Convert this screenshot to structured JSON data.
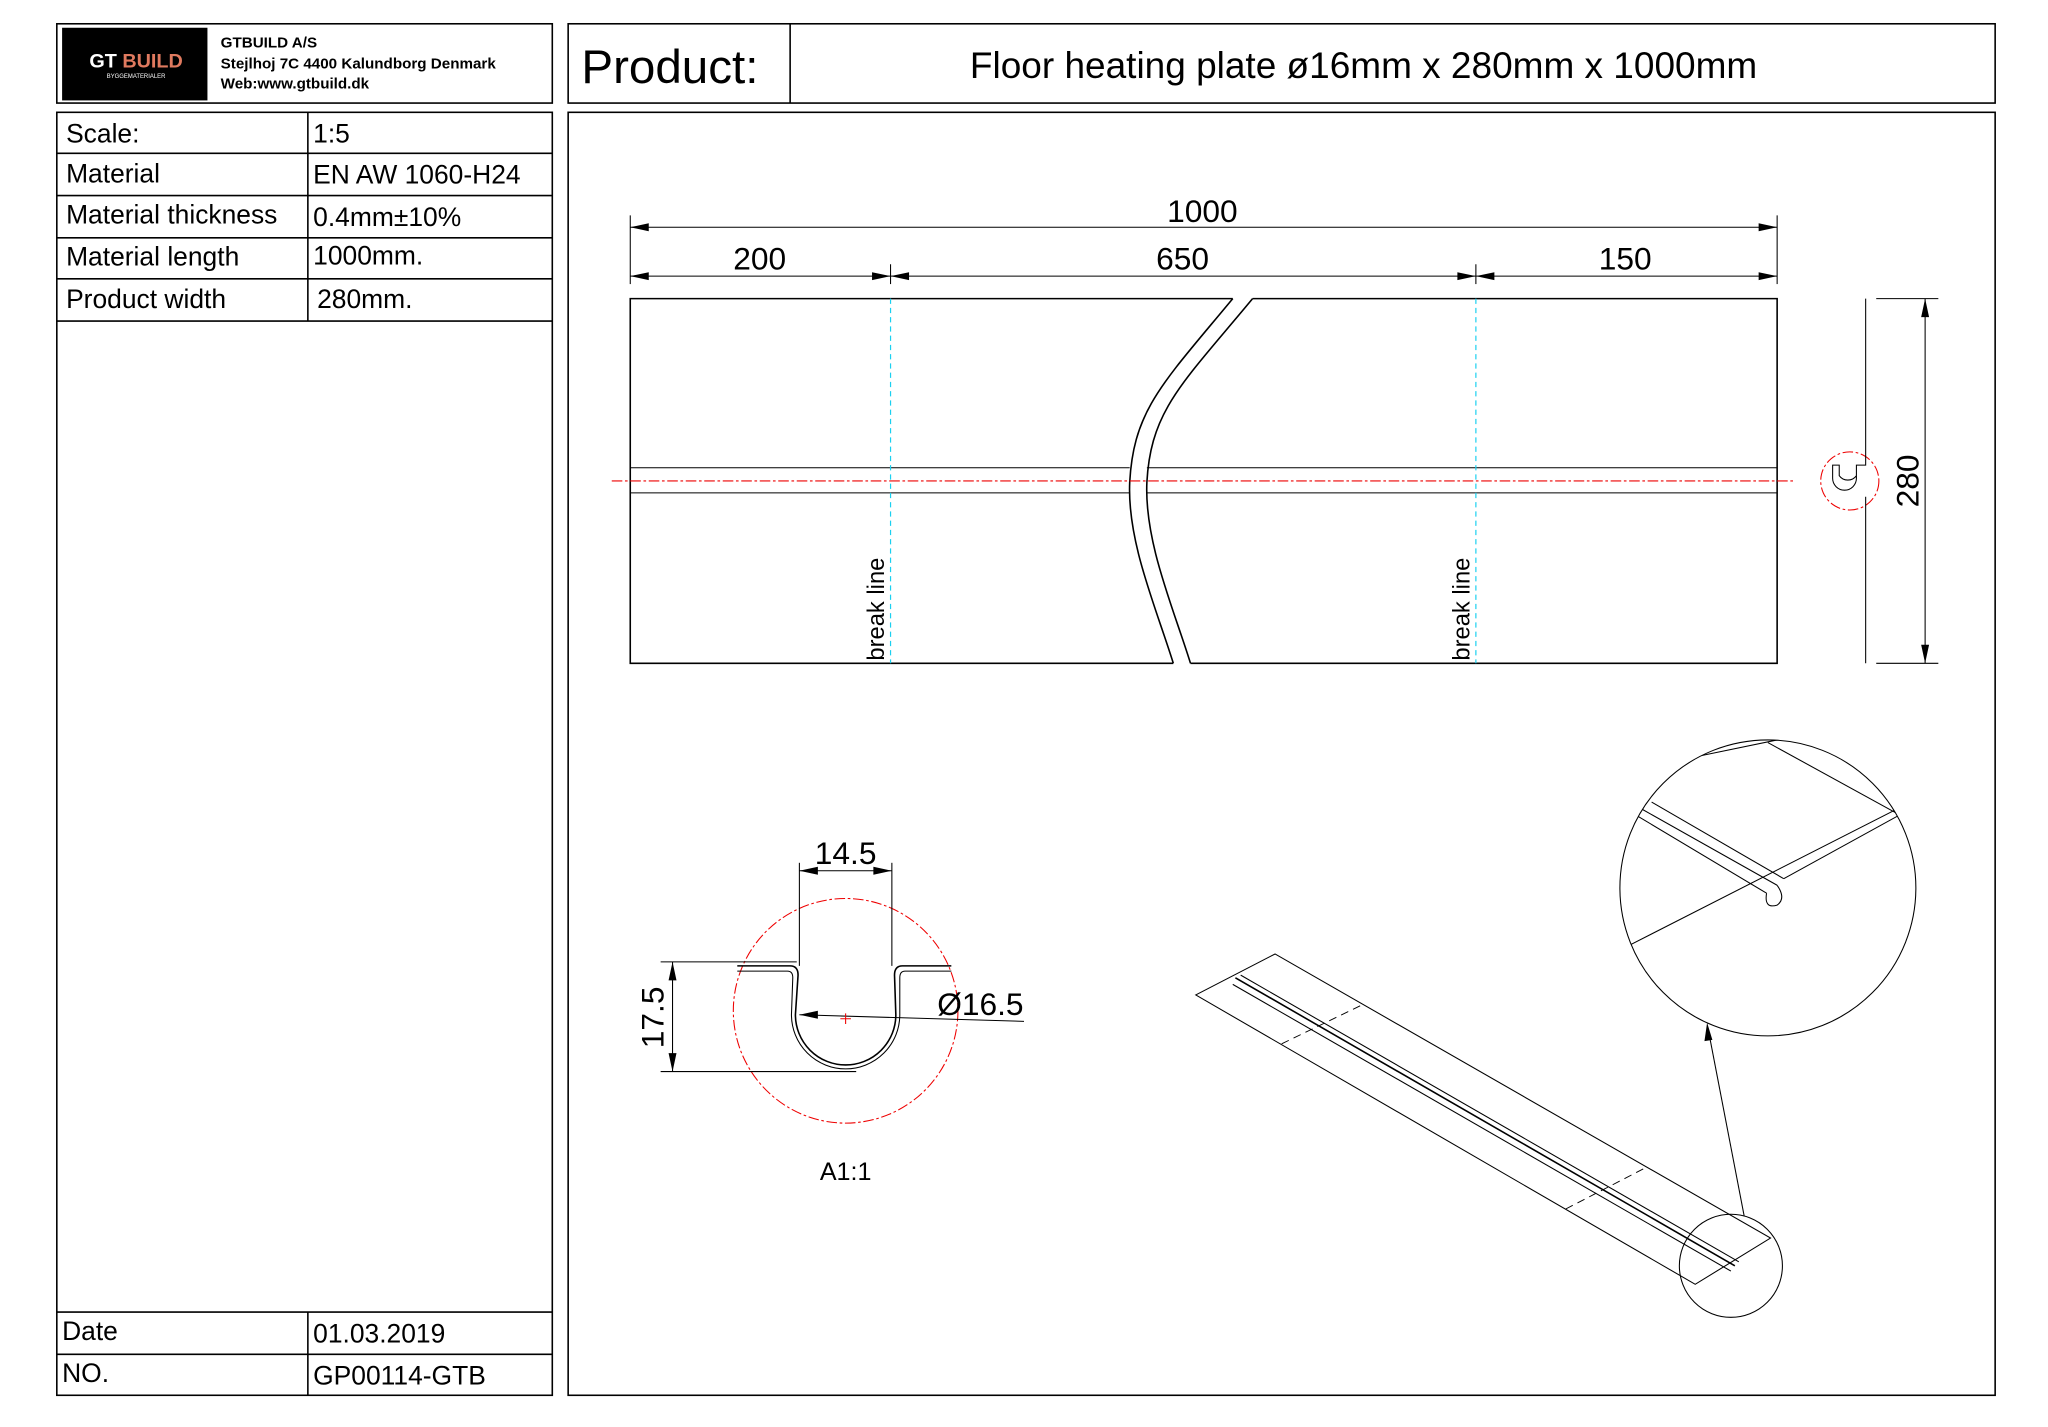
{
  "company": {
    "logo_text": "GT BUILD",
    "logo_sub": "BYGGEMATERIALER",
    "name": "GTBUILD A/S",
    "address": "Stejlhoj 7C 4400 Kalundborg Denmark",
    "web": "Web:www.gtbuild.dk",
    "brand_color": "#e07a5f"
  },
  "header": {
    "product_label": "Product:",
    "product_name": "Floor heating plate ø16mm x 280mm x 1000mm"
  },
  "specs": [
    {
      "label": "Scale:",
      "value": "1:5"
    },
    {
      "label": "Material",
      "value": "EN AW 1060-H24"
    },
    {
      "label": "Material thickness",
      "value": "0.4mm±10%"
    },
    {
      "label": "Material length",
      "value": "1000mm."
    },
    {
      "label": "Product width",
      "value": "280mm."
    }
  ],
  "footer": [
    {
      "label": "Date",
      "value": "01.03.2019"
    },
    {
      "label": "NO.",
      "value": "GP00114-GTB"
    }
  ],
  "drawing": {
    "dim_total": "1000",
    "dim_a": "200",
    "dim_b": "650",
    "dim_c": "150",
    "dim_width": "280",
    "break_label_1": "break line",
    "break_label_2": "break line",
    "detail_width": "14.5",
    "detail_height": "17.5",
    "detail_diameter": "Ø16.5",
    "detail_scale": "A1:1"
  }
}
